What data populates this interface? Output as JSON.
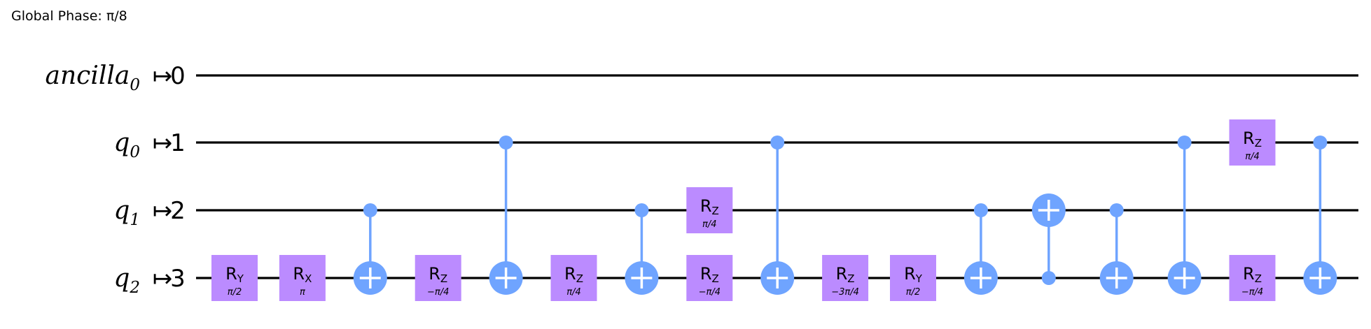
{
  "global_phase": "Global Phase: π/8",
  "wires": [
    {
      "name": "ancilla",
      "sub": "0",
      "index": "0"
    },
    {
      "name": "q",
      "sub": "0",
      "index": "1"
    },
    {
      "name": "q",
      "sub": "1",
      "index": "2"
    },
    {
      "name": "q",
      "sub": "2",
      "index": "3"
    }
  ],
  "arrow_symbol": "↦",
  "colors": {
    "gate": "#bb8bff",
    "control": "#6fa4ff",
    "wire": "#000000"
  },
  "gates": [
    {
      "type": "rot",
      "name": "R",
      "sub": "Y",
      "param": "π/2",
      "wire": 3,
      "col": 0
    },
    {
      "type": "rot",
      "name": "R",
      "sub": "X",
      "param": "π",
      "wire": 3,
      "col": 1
    },
    {
      "type": "cx",
      "control": 2,
      "target": 3,
      "col": 2
    },
    {
      "type": "rot",
      "name": "R",
      "sub": "Z",
      "param": "−π/4",
      "wire": 3,
      "col": 3
    },
    {
      "type": "cx",
      "control": 1,
      "target": 3,
      "col": 4
    },
    {
      "type": "rot",
      "name": "R",
      "sub": "Z",
      "param": "π/4",
      "wire": 3,
      "col": 5
    },
    {
      "type": "cx",
      "control": 2,
      "target": 3,
      "col": 6
    },
    {
      "type": "rot",
      "name": "R",
      "sub": "Z",
      "param": "π/4",
      "wire": 2,
      "col": 7
    },
    {
      "type": "rot",
      "name": "R",
      "sub": "Z",
      "param": "−π/4",
      "wire": 3,
      "col": 7
    },
    {
      "type": "cx",
      "control": 1,
      "target": 3,
      "col": 8
    },
    {
      "type": "rot",
      "name": "R",
      "sub": "Z",
      "param": "−3π/4",
      "wire": 3,
      "col": 9
    },
    {
      "type": "rot",
      "name": "R",
      "sub": "Y",
      "param": "π/2",
      "wire": 3,
      "col": 10
    },
    {
      "type": "cx",
      "control": 2,
      "target": 3,
      "col": 11
    },
    {
      "type": "cx",
      "control": 3,
      "target": 2,
      "col": 12
    },
    {
      "type": "cx",
      "control": 2,
      "target": 3,
      "col": 13
    },
    {
      "type": "cx",
      "control": 1,
      "target": 3,
      "col": 14
    },
    {
      "type": "rot",
      "name": "R",
      "sub": "Z",
      "param": "π/4",
      "wire": 1,
      "col": 15
    },
    {
      "type": "rot",
      "name": "R",
      "sub": "Z",
      "param": "−π/4",
      "wire": 3,
      "col": 15
    },
    {
      "type": "cx",
      "control": 1,
      "target": 3,
      "col": 16
    }
  ]
}
